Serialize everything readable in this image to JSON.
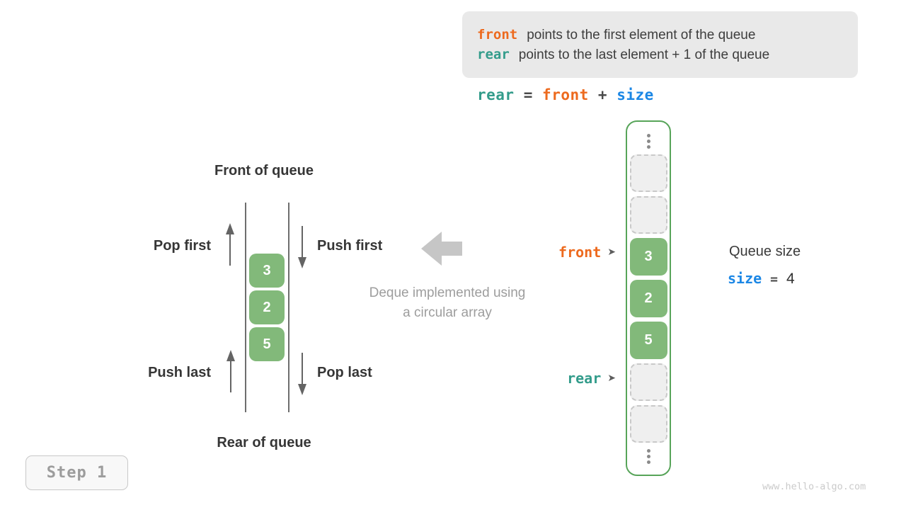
{
  "colors": {
    "accent_orange": "#ed6a1e",
    "accent_teal": "#339c8b",
    "accent_blue": "#1c87e5",
    "green_fill": "#82b97a",
    "green_border": "#57a459",
    "info_box_bg": "#e9e9e9",
    "text_dark": "#3d3d3d",
    "text_gray": "#9d9d9d"
  },
  "info_box": {
    "line1": {
      "term": "front",
      "text": "points to the first element of the queue"
    },
    "line2": {
      "term": "rear",
      "text": "points to the last element + 1 of the queue"
    }
  },
  "formula": {
    "lhs": "rear",
    "eq": "=",
    "op1": "front",
    "plus": "+",
    "op2": "size"
  },
  "deque_diagram": {
    "front_label": "Front of queue",
    "rear_label": "Rear of queue",
    "pop_first": "Pop first",
    "push_first": "Push first",
    "push_last": "Push last",
    "pop_last": "Pop last",
    "values": [
      "3",
      "2",
      "5"
    ]
  },
  "caption": {
    "line1": "Deque implemented using",
    "line2": "a circular array"
  },
  "array_panel": {
    "cells": [
      {
        "type": "ellipsis"
      },
      {
        "type": "empty"
      },
      {
        "type": "empty"
      },
      {
        "type": "filled",
        "value": "3"
      },
      {
        "type": "filled",
        "value": "2"
      },
      {
        "type": "filled",
        "value": "5"
      },
      {
        "type": "empty"
      },
      {
        "type": "empty"
      },
      {
        "type": "ellipsis"
      }
    ],
    "front_pointer": {
      "label": "front",
      "arrow": "➤"
    },
    "rear_pointer": {
      "label": "rear",
      "arrow": "➤"
    }
  },
  "queue_size": {
    "title": "Queue size",
    "var": "size",
    "eq": "=",
    "value": "4"
  },
  "step_badge": "Step 1",
  "watermark": "www.hello-algo.com"
}
